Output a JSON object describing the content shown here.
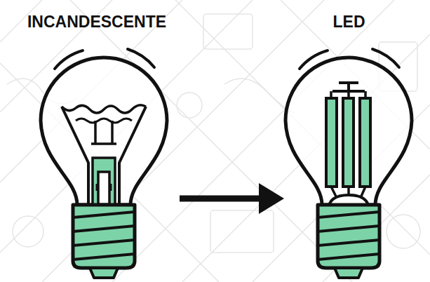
{
  "diagram": {
    "nodes": [
      {
        "text": [
          "INCANDESCENTE"
        ]
      },
      {
        "text": [
          "LED"
        ]
      }
    ],
    "edges": [
      {
        "from": 0,
        "to": 1,
        "arrow": "to"
      }
    ]
  }
}
